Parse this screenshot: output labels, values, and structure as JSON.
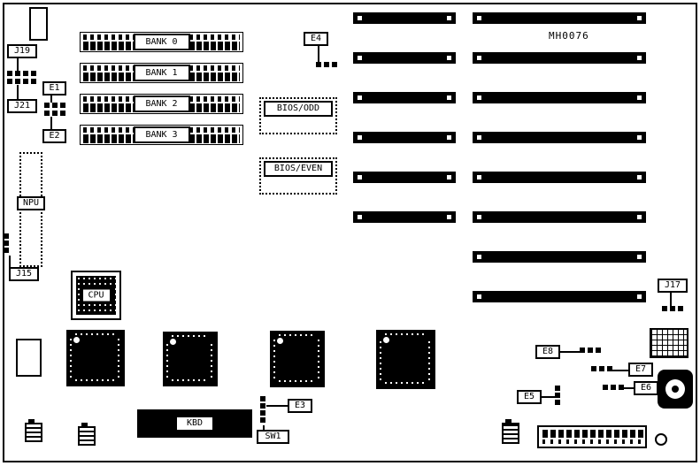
{
  "board": {
    "marking": "MH0076"
  },
  "memory_banks": [
    {
      "label": "BANK 0"
    },
    {
      "label": "BANK 1"
    },
    {
      "label": "BANK 2"
    },
    {
      "label": "BANK 3"
    }
  ],
  "chips": {
    "bios_odd": {
      "label": "BIOS/ODD"
    },
    "bios_even": {
      "label": "BIOS/EVEN"
    },
    "cpu": {
      "label": "CPU"
    },
    "npu": {
      "label": "NPU"
    },
    "kbd": {
      "label": "KBD"
    }
  },
  "jumpers": {
    "j19": {
      "label": "J19"
    },
    "j21": {
      "label": "J21"
    },
    "j15": {
      "label": "J15"
    },
    "j17": {
      "label": "J17"
    },
    "e1": {
      "label": "E1"
    },
    "e2": {
      "label": "E2"
    },
    "e3": {
      "label": "E3"
    },
    "e4": {
      "label": "E4"
    },
    "e5": {
      "label": "E5"
    },
    "e6": {
      "label": "E6"
    },
    "e7": {
      "label": "E7"
    },
    "e8": {
      "label": "E8"
    },
    "sw1": {
      "label": "SW1"
    }
  },
  "colors": {
    "ink": "#000000",
    "background": "#ffffff"
  }
}
